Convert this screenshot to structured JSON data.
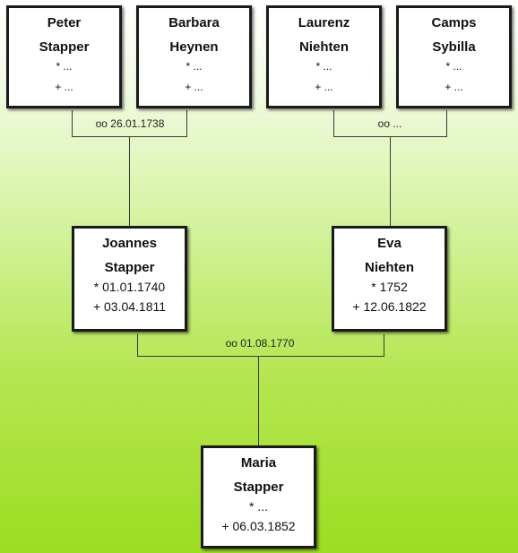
{
  "persons": {
    "peter": {
      "first": "Peter",
      "last": "Stapper",
      "birth": "* ...",
      "death": "+ ..."
    },
    "barbara": {
      "first": "Barbara",
      "last": "Heynen",
      "birth": "* ...",
      "death": "+ ..."
    },
    "laurenz": {
      "first": "Laurenz",
      "last": "Niehten",
      "birth": "* ...",
      "death": "+ ..."
    },
    "camps": {
      "first": "Camps",
      "last": "Sybilla",
      "birth": "* ...",
      "death": "+ ..."
    },
    "joannes": {
      "first": "Joannes",
      "last": "Stapper",
      "birth": "* 01.01.1740",
      "death": "+ 03.04.1811"
    },
    "eva": {
      "first": "Eva",
      "last": "Niehten",
      "birth": "* 1752",
      "death": "+ 12.06.1822"
    },
    "maria": {
      "first": "Maria",
      "last": "Stapper",
      "birth": "* ...",
      "death": "+ 06.03.1852"
    }
  },
  "marriages": {
    "peter_barbara": "oo 26.01.1738",
    "laurenz_camps": "oo ...",
    "joannes_eva": "oo 01.08.1770"
  }
}
